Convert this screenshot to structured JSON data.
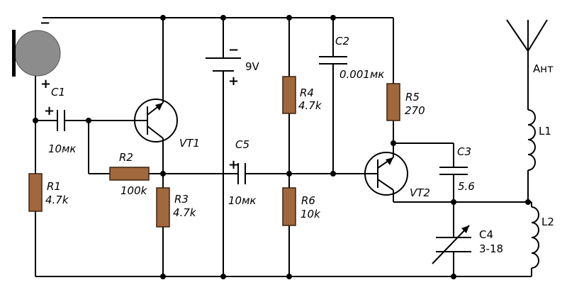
{
  "components": {
    "c1": {
      "name": "C1",
      "value": "10мк"
    },
    "c2": {
      "name": "C2",
      "value": "0.001мк"
    },
    "c3": {
      "name": "C3",
      "value": "5.6"
    },
    "c4": {
      "name": "C4",
      "value": "3-18"
    },
    "c5": {
      "name": "C5",
      "value": "10мк"
    },
    "r1": {
      "name": "R1",
      "value": "4.7k"
    },
    "r2": {
      "name": "R2",
      "value": "100k"
    },
    "r3": {
      "name": "R3",
      "value": "4.7k"
    },
    "r4": {
      "name": "R4",
      "value": "4.7k"
    },
    "r5": {
      "name": "R5",
      "value": "270"
    },
    "r6": {
      "name": "R6",
      "value": "10k"
    },
    "vt1": {
      "name": "VT1"
    },
    "vt2": {
      "name": "VT2"
    },
    "l1": {
      "name": "L1"
    },
    "l2": {
      "name": "L2"
    },
    "battery": {
      "value": "9V"
    },
    "antenna": {
      "name": "Ант"
    }
  },
  "symbols": {
    "minus": "−",
    "plus": "+"
  },
  "colors": {
    "wire": "#000000",
    "resistor": "#a0683c",
    "microphone": "#8c8c8c",
    "background": "#ffffff"
  }
}
